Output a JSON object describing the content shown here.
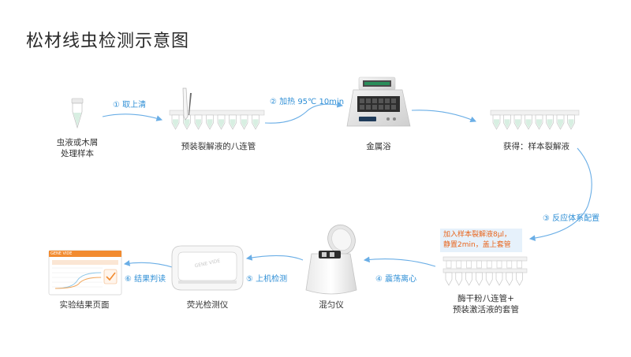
{
  "title": "松材线虫检测示意图",
  "colors": {
    "accent_blue": "#2f8fd6",
    "note_orange": "#e8651c",
    "liquid_green": "#d8efe2",
    "note_bg": "#e6f1fb"
  },
  "nodes": {
    "sample": "虫液或木屑\n处理样本",
    "strip_preload": "预装裂解液的八连管",
    "metal_bath": "金属浴",
    "lysate": "获得：样本裂解液",
    "enzyme_strip": "酶干粉八连管+\n预装激活液的套管",
    "mixer": "混匀仪",
    "fluor": "荧光检测仪",
    "result": "实验结果页面"
  },
  "steps": {
    "s1": "① 取上清",
    "s2": "② 加热 95℃ 10min",
    "s3": "③ 反应体系配置",
    "s4": "④ 震荡离心",
    "s5": "⑤ 上机检测",
    "s6": "⑥ 结果判读"
  },
  "note": {
    "line1": "加入样本裂解液8μl，",
    "line2": "静置2min，盖上套管"
  },
  "device_text": {
    "fluor_brand": "GENE VIDE",
    "result_logo": "GENE VIDE"
  }
}
